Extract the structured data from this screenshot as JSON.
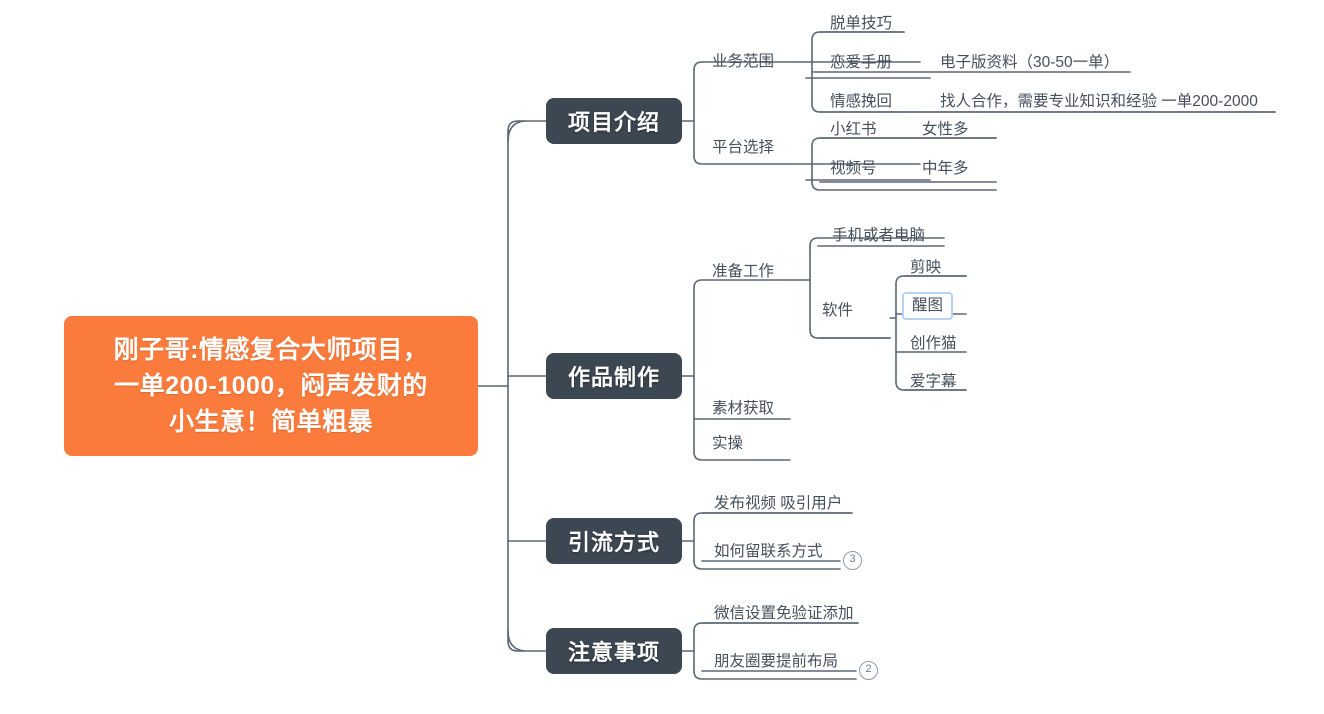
{
  "diagram": {
    "type": "mindmap",
    "title": "刚子哥:情感复合大师项目，一单200-1000，闷声发财的小生意！简单粗暴",
    "colors": {
      "root_fill": "#fa7b3c",
      "branch_fill": "#3d4752",
      "line": "#5a6775",
      "text": "#45505c",
      "selection": "#b6d4f2"
    },
    "root": {
      "label": "刚子哥:情感复合大师项目，\n一单200-1000，闷声发财的\n小生意！简单粗暴"
    },
    "branches": [
      {
        "label": "项目介绍",
        "children": [
          {
            "label": "业务范围",
            "children": [
              {
                "label": "脱单技巧",
                "detail": ""
              },
              {
                "label": "恋爱手册",
                "detail": "电子版资料（30-50一单）"
              },
              {
                "label": "情感挽回",
                "detail": "找人合作，需要专业知识和经验  一单200-2000"
              }
            ]
          },
          {
            "label": "平台选择",
            "children": [
              {
                "label": "小红书",
                "detail": "女性多"
              },
              {
                "label": "视频号",
                "detail": "中年多"
              }
            ]
          }
        ]
      },
      {
        "label": "作品制作",
        "children": [
          {
            "label": "准备工作",
            "children": [
              {
                "label": "手机或者电脑",
                "detail": ""
              },
              {
                "label": "软件",
                "detail": "",
                "children": [
                  {
                    "label": "剪映",
                    "selected": false
                  },
                  {
                    "label": "醒图",
                    "selected": true
                  },
                  {
                    "label": "创作猫",
                    "selected": false
                  },
                  {
                    "label": "爱字幕",
                    "selected": false
                  }
                ]
              }
            ]
          },
          {
            "label": "素材获取",
            "children": []
          },
          {
            "label": "实操",
            "children": []
          }
        ]
      },
      {
        "label": "引流方式",
        "children": [
          {
            "label": "发布视频 吸引用户"
          },
          {
            "label": "如何留联系方式",
            "badge": "3"
          }
        ]
      },
      {
        "label": "注意事项",
        "children": [
          {
            "label": "微信设置免验证添加"
          },
          {
            "label": "朋友圈要提前布局",
            "badge": "2"
          }
        ]
      }
    ]
  }
}
